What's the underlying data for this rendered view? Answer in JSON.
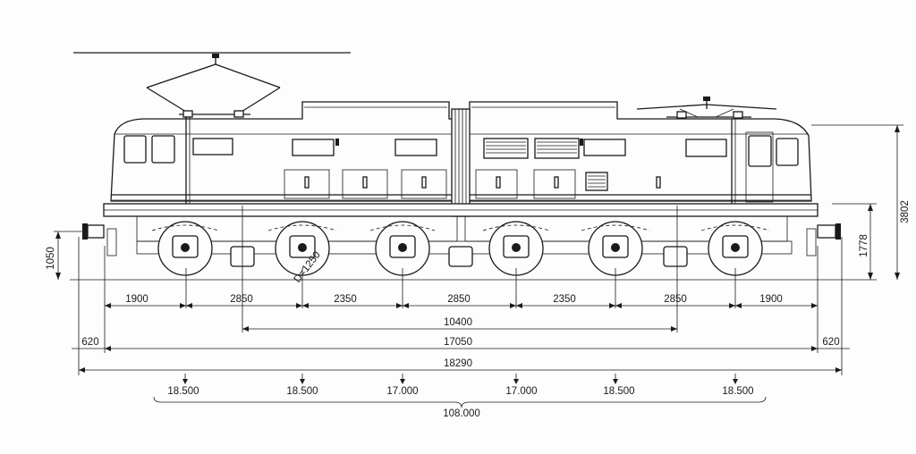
{
  "drawing": {
    "horizontal_dims": [
      "1900",
      "2850",
      "2350",
      "2850",
      "2350",
      "2850",
      "1900"
    ],
    "dim_bogie_pivots": "10400",
    "dim_buffers_inner": "17050",
    "dim_overall": "18290",
    "dim_buffer_left": "620",
    "dim_buffer_right": "620",
    "axle_loads": [
      "18.500",
      "18.500",
      "17.000",
      "17.000",
      "18.500",
      "18.500"
    ],
    "total_weight": "108.000",
    "height_total": "3802",
    "height_frame": "1778",
    "height_buffer": "1050",
    "wheel_dia": "D=1250"
  }
}
